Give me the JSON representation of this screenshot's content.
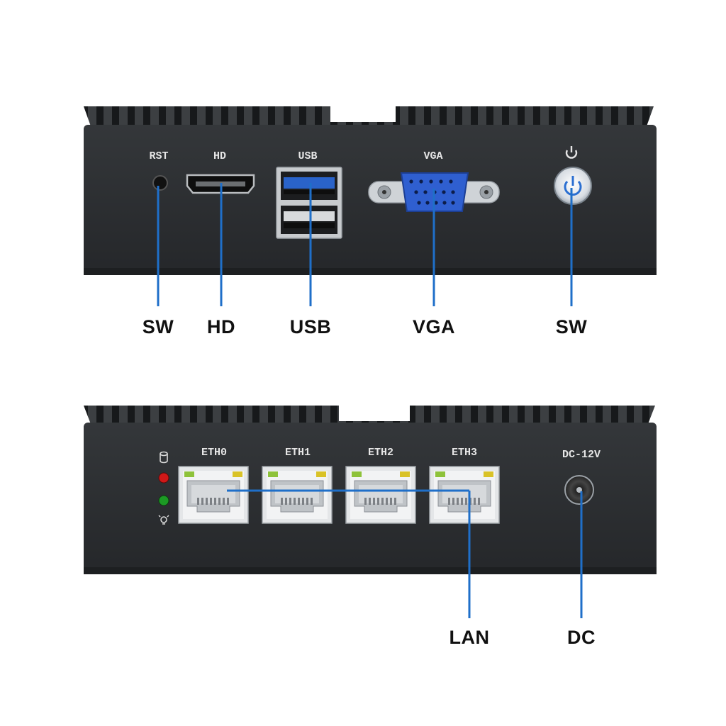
{
  "front_panel": {
    "port_labels": [
      "RST",
      "HD",
      "USB",
      "VGA"
    ],
    "power_symbol": "power-icon"
  },
  "front_callouts": [
    "SW",
    "HD",
    "USB",
    "VGA",
    "SW"
  ],
  "back_panel": {
    "eth_labels": [
      "ETH0",
      "ETH1",
      "ETH2",
      "ETH3"
    ],
    "dc_label": "DC-12V",
    "led_colors": [
      "#d01818",
      "#1c9a24"
    ],
    "status_icons": [
      "disk-icon",
      "bulb-icon"
    ]
  },
  "back_callouts": [
    "LAN",
    "DC"
  ],
  "colors": {
    "chassis": "#2b2d2f",
    "callout_line": "#1f6fc9",
    "usb_blue": "#2a63c9",
    "vga_blue": "#2f5fd0",
    "led_yellow": "#d9c227",
    "led_green": "#8ec23a"
  }
}
